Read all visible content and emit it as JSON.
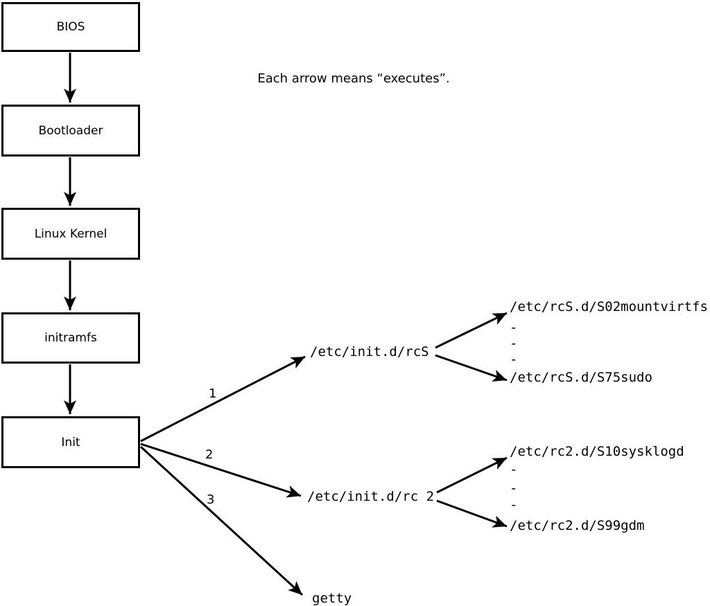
{
  "note": "Each arrow means “executes”.",
  "flow_boxes": [
    {
      "label": "BIOS"
    },
    {
      "label": "Bootloader"
    },
    {
      "label": "Linux Kernel"
    },
    {
      "label": "initramfs"
    },
    {
      "label": "Init"
    }
  ],
  "branch_labels": [
    "1",
    "2",
    "3"
  ],
  "branches": [
    {
      "script": "/etc/init.d/rcS",
      "first_child": "/etc/rcS.d/S02mountvirtfs",
      "ellipsis": [
        "-",
        "-",
        "-"
      ],
      "last_child": "/etc/rcS.d/S75sudo"
    },
    {
      "script": "/etc/init.d/rc 2",
      "first_child": "/etc/rc2.d/S10sysklogd",
      "ellipsis": [
        "-",
        "-",
        "-"
      ],
      "last_child": "/etc/rc2.d/S99gdm"
    },
    {
      "script": "getty"
    }
  ],
  "colors": {
    "stroke": "#000000",
    "background": "#ffffff",
    "box_fill": "#ffffff",
    "text": "#000000"
  }
}
